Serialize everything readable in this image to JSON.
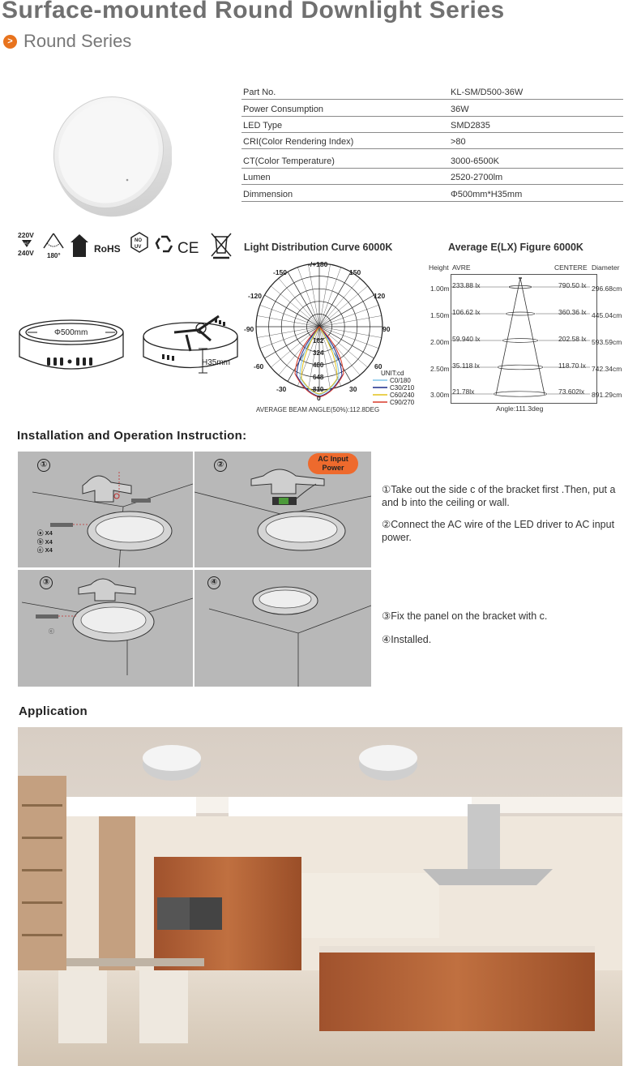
{
  "header": {
    "title": "Surface-mounted Round Downlight Series",
    "series_marker": ">",
    "series": "Round Series"
  },
  "specs": [
    {
      "label": "Part No.",
      "value": "KL-SM/D500-36W"
    },
    {
      "label": "Power Consumption",
      "value": "36W"
    },
    {
      "label": "LED Type",
      "value": "SMD2835"
    },
    {
      "label": "CRI(Color Rendering Index)",
      "value": ">80"
    },
    {
      "label": "CT(Color Temperature)",
      "value": "3000-6500K"
    },
    {
      "label": "Lumen",
      "value": "2520-2700lm"
    },
    {
      "label": "Dimmension",
      "value": "Φ500mm*H35mm"
    }
  ],
  "certs": {
    "voltage_top": "220V",
    "voltage_mid": "AC",
    "voltage_bottom": "240V",
    "angle": "180°",
    "rohs": "RoHS",
    "no_uv_top": "NO",
    "no_uv_bottom": "UV",
    "ce": "CE"
  },
  "dimensions": {
    "diameter": "Φ500mm",
    "height": "H35mm"
  },
  "polar": {
    "title": "Light Distribution Curve 6000K",
    "angle_labels": [
      "-/+180",
      "-150",
      "150",
      "-120",
      "120",
      "-90",
      "90",
      "-60",
      "60",
      "-30",
      "30",
      "0"
    ],
    "radial_values": [
      "162",
      "324",
      "480",
      "648",
      "810"
    ],
    "unit": "UNIT:cd",
    "legend": [
      {
        "name": "C0/180",
        "color": "#7fc4e8"
      },
      {
        "name": "C30/210",
        "color": "#1a2a8a"
      },
      {
        "name": "C60/240",
        "color": "#e4c21a"
      },
      {
        "name": "C90/270",
        "color": "#d83a2a"
      }
    ],
    "beam_angle": "AVERAGE BEAM ANGLE(50%):112.8DEG"
  },
  "elx": {
    "title": "Average E(LX) Figure 6000K",
    "col_height": "Height",
    "col_avre": "AVRE",
    "col_centere": "CENTERE",
    "col_diameter": "Diameter",
    "rows": [
      {
        "height": "1.00m",
        "avre": "233.88 lx",
        "centere": "790.50 lx",
        "diameter": "296.68cm"
      },
      {
        "height": "1.50m",
        "avre": "106.62 lx",
        "centere": "360.36 lx",
        "diameter": "445.04cm"
      },
      {
        "height": "2.00m",
        "avre": "59.940 lx",
        "centere": "202.58 lx",
        "diameter": "593.59cm"
      },
      {
        "height": "2.50m",
        "avre": "35.118 lx",
        "centere": "118.70 lx",
        "diameter": "742.34cm"
      },
      {
        "height": "3.00m",
        "avre": "21.78lx",
        "centere": "73.602lx",
        "diameter": "891.29cm"
      }
    ],
    "angle": "Angle:111.3deg"
  },
  "installation": {
    "heading": "Installation and Operation Instruction:",
    "step_nums": [
      "①",
      "②",
      "③",
      "④"
    ],
    "ac_input": "AC Input",
    "ac_power": "Power",
    "parts": [
      "ⓐ",
      "ⓑ",
      "ⓒ"
    ],
    "part_qty": "X4",
    "steps": [
      "①Take out the side c of the bracket first .Then, put a and b into the ceiling or wall.",
      "②Connect the AC wire of the LED driver to AC input power.",
      "③Fix the panel on the bracket with c.",
      "④Installed."
    ]
  },
  "application": {
    "heading": "Application"
  }
}
